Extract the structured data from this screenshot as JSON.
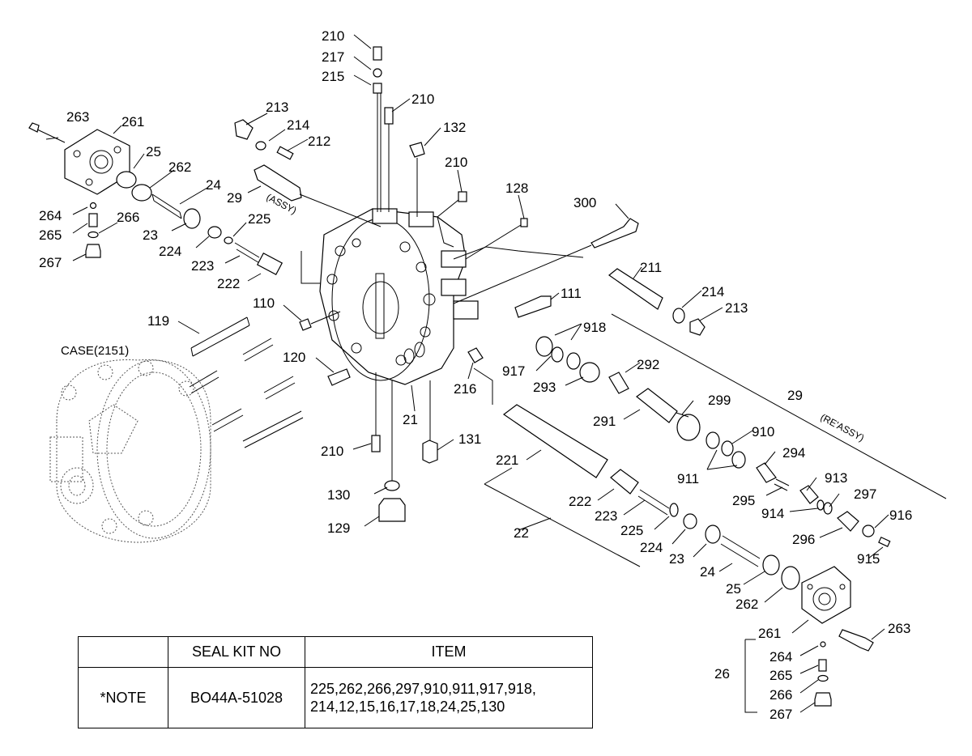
{
  "labels": {
    "l263a": "263",
    "l261a": "261",
    "l25a": "25",
    "l262a": "262",
    "l24a": "24",
    "l264a": "264",
    "l265a": "265",
    "l266a": "266",
    "l267a": "267",
    "l23a": "23",
    "l224a": "224",
    "l225a": "225",
    "l223a": "223",
    "l222a": "222",
    "l213a": "213",
    "l214a": "214",
    "l212": "212",
    "l29a": "29",
    "l210a": "210",
    "l217": "217",
    "l215": "215",
    "l210b": "210",
    "l132": "132",
    "l210c": "210",
    "l128": "128",
    "l300": "300",
    "l211": "211",
    "l214b": "214",
    "l213b": "213",
    "l111": "111",
    "l110": "110",
    "l119": "119",
    "l120": "120",
    "l918": "918",
    "l917": "917",
    "l292": "292",
    "l293": "293",
    "l216": "216",
    "l21": "21",
    "l299": "299",
    "l29b": "29",
    "l291": "291",
    "l910": "910",
    "l911": "911",
    "l294": "294",
    "l210d": "210",
    "l131": "131",
    "l221": "221",
    "l913": "913",
    "l295": "295",
    "l297": "297",
    "l914": "914",
    "l130": "130",
    "l222b": "222",
    "l223b": "223",
    "l916": "916",
    "l296": "296",
    "l129": "129",
    "l22": "22",
    "l225b": "225",
    "l224b": "224",
    "l23b": "23",
    "l915": "915",
    "l24b": "24",
    "l25b": "25",
    "l262b": "262",
    "l261b": "261",
    "l263b": "263",
    "l264b": "264",
    "l26": "26",
    "l265b": "265",
    "l266b": "266",
    "l267b": "267",
    "case": "CASE(2151)",
    "assy": "(ASSY)",
    "reassy": "(RE'ASSY)"
  },
  "seal_kit_table": {
    "header": {
      "blank": "",
      "kit_no": "SEAL KIT NO",
      "item": "ITEM"
    },
    "note": "*NOTE",
    "kit_no": "BO44A-51028",
    "items_line1": "225,262,266,297,910,911,917,918,",
    "items_line2": "214,12,15,16,17,18,24,25,130"
  }
}
